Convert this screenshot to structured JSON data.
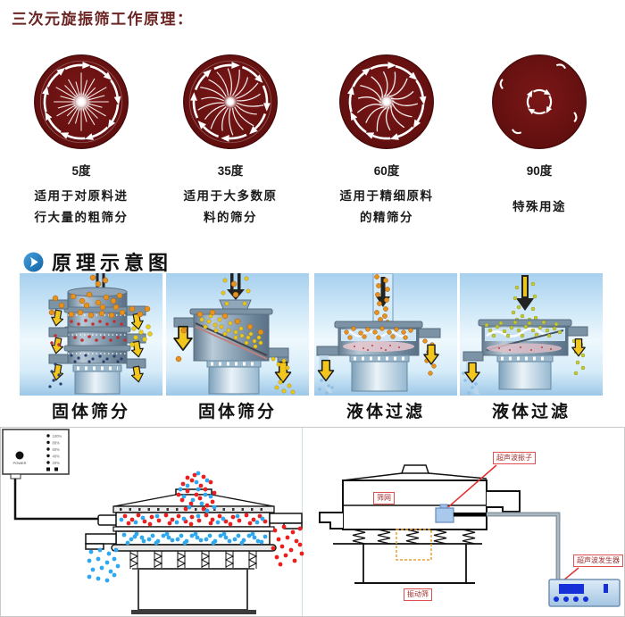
{
  "title": "三次元旋振筛工作原理：",
  "angles": [
    {
      "degree": "5度",
      "desc1": "适用于对原料进",
      "desc2": "行大量的粗筛分"
    },
    {
      "degree": "35度",
      "desc1": "适用于大多数原",
      "desc2": "料的筛分"
    },
    {
      "degree": "60度",
      "desc1": "适用于精细原料",
      "desc2": "的精筛分"
    },
    {
      "degree": "90度",
      "desc1": "特殊用途",
      "desc2": ""
    }
  ],
  "section": {
    "title": "原理示意图"
  },
  "modes": [
    "固体筛分",
    "固体筛分",
    "液体过滤",
    "液体过滤"
  ],
  "control_panel": {
    "knob_label": "POWER",
    "levels": [
      "100%",
      "80%",
      "60%",
      "40%",
      "20%"
    ]
  },
  "diagram_labels": {
    "vibrator": "超声波振子",
    "mesh": "筛网",
    "sieve": "振动筛",
    "generator": "超声波发生器"
  },
  "colors": {
    "title_red": "#6b2423",
    "circle_maroon": "#681212",
    "accent_blue": "#1a74b4",
    "label_red_border": "#e05050",
    "arrow_yellow": "#f3c61d",
    "dot_red": "#e02020",
    "dot_blue": "#30a0e8",
    "device_blue": "#1530d8"
  }
}
